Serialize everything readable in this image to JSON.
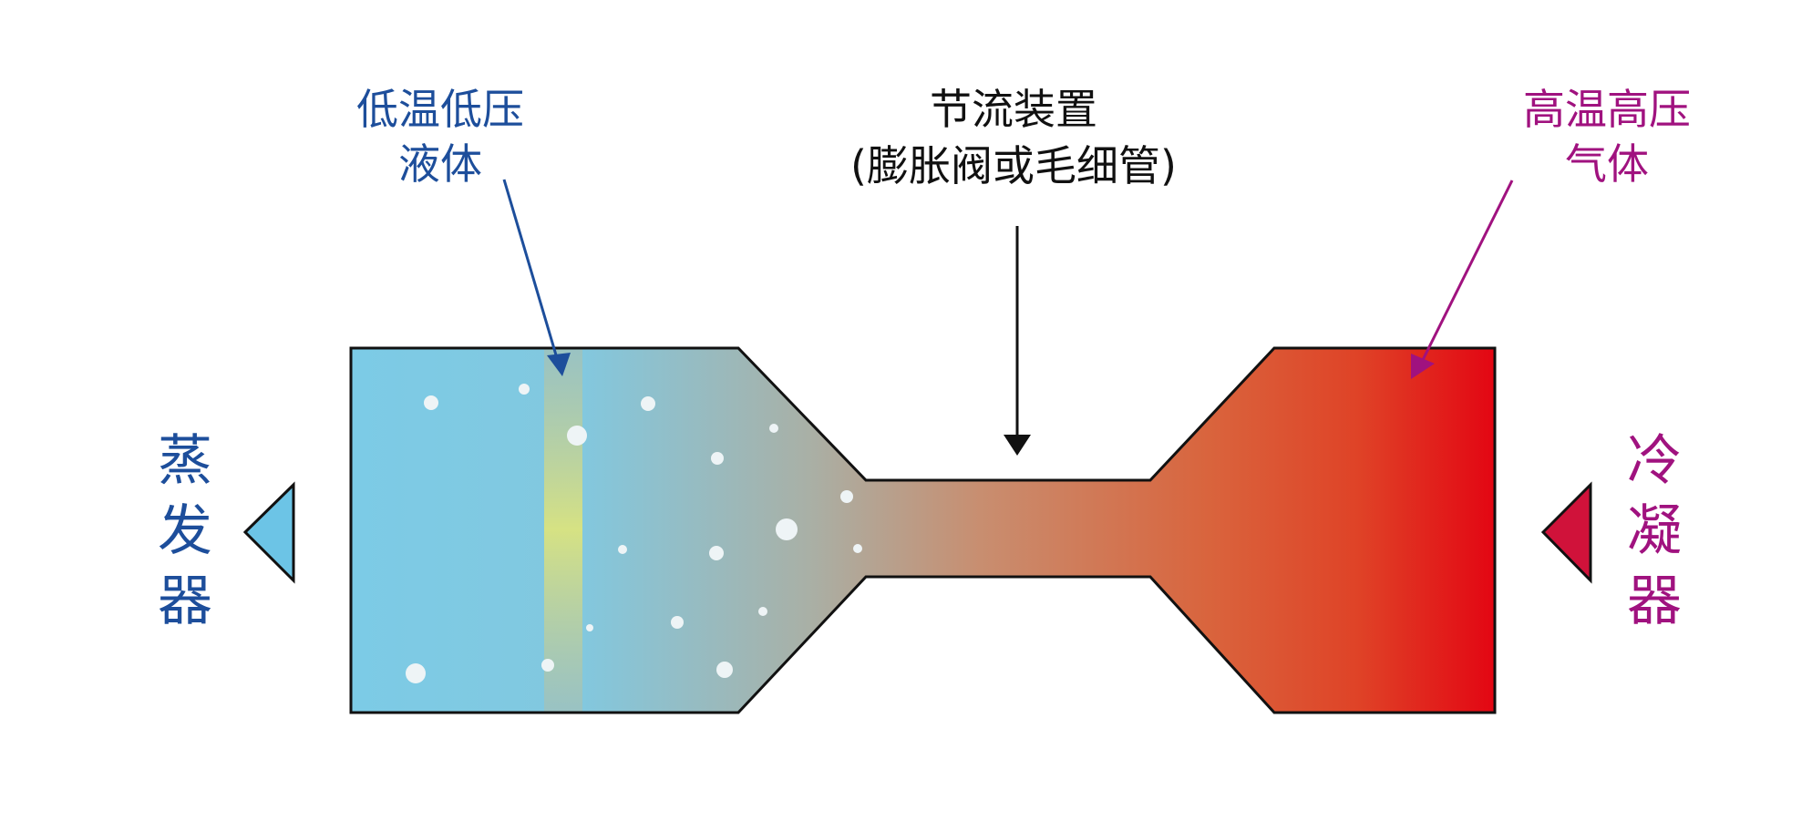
{
  "colors": {
    "liquid_blue": "#7ccbe6",
    "hot_red": "#e30613",
    "low_temp_label": "#1d4e9b",
    "high_temp_label": "#a0127f",
    "throttle_label": "#111111",
    "evaporator_arrow": "#6cc4e6",
    "condenser_arrow": "#d0123a"
  },
  "labels": {
    "low_temp": {
      "line1": "低温低压",
      "line2": "液体"
    },
    "throttle": {
      "line1": "节流装置",
      "line2": "(膨胀阀或毛细管)"
    },
    "high_temp": {
      "line1": "高温高压",
      "line2": "气体"
    },
    "evaporator": {
      "c1": "蒸",
      "c2": "发",
      "c3": "器"
    },
    "condenser": {
      "c1": "冷",
      "c2": "凝",
      "c3": "器"
    }
  }
}
